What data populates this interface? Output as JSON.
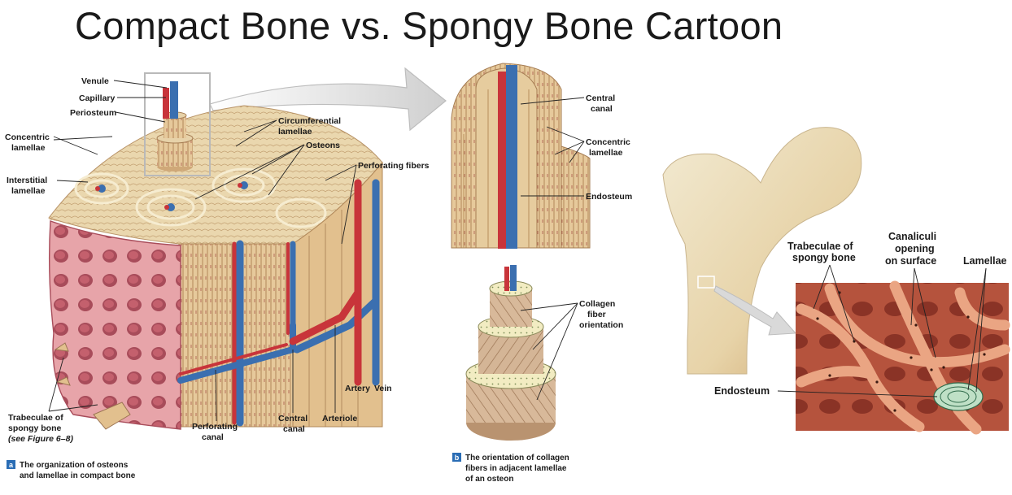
{
  "title": "Compact Bone vs. Spongy Bone Cartoon",
  "panel_a": {
    "badge": "a",
    "caption_line1": "The organization of osteons",
    "caption_line2": "and lamellae in compact bone",
    "labels": {
      "venule": "Venule",
      "capillary": "Capillary",
      "periosteum": "Periosteum",
      "concentric_1": "Concentric",
      "concentric_2": "lamellae",
      "interstitial_1": "Interstitial",
      "interstitial_2": "lamellae",
      "circumferential_1": "Circumferential",
      "circumferential_2": "lamellae",
      "osteons": "Osteons",
      "perforating_fibers": "Perforating fibers",
      "trabeculae_1": "Trabeculae of",
      "trabeculae_2": "spongy bone",
      "trabeculae_3": "(see Figure 6–8)",
      "perforating_canal_1": "Perforating",
      "perforating_canal_2": "canal",
      "central_canal_1": "Central",
      "central_canal_2": "canal",
      "arteriole": "Arteriole",
      "artery": "Artery",
      "vein": "Vein"
    }
  },
  "panel_b": {
    "badge": "b",
    "caption_line1": "The orientation of collagen",
    "caption_line2": "fibers in adjacent lamellae",
    "caption_line3": "of an osteon",
    "labels": {
      "central_canal_1": "Central",
      "central_canal_2": "canal",
      "concentric_1": "Concentric",
      "concentric_2": "lamellae",
      "endosteum": "Endosteum",
      "collagen_1": "Collagen",
      "collagen_2": "fiber",
      "collagen_3": "orientation"
    }
  },
  "panel_c": {
    "labels": {
      "trabeculae_1": "Trabeculae of",
      "trabeculae_2": "spongy bone",
      "canaliculi_1": "Canaliculi",
      "canaliculi_2": "opening",
      "canaliculi_3": "on surface",
      "lamellae": "Lamellae",
      "endosteum": "Endosteum"
    }
  },
  "colors": {
    "artery_red": "#c8343a",
    "vein_blue": "#3b6fb0",
    "bone_tan": "#e9cfa0",
    "spongy_pink": "#e49aa0",
    "badge_blue": "#2a6db5"
  }
}
